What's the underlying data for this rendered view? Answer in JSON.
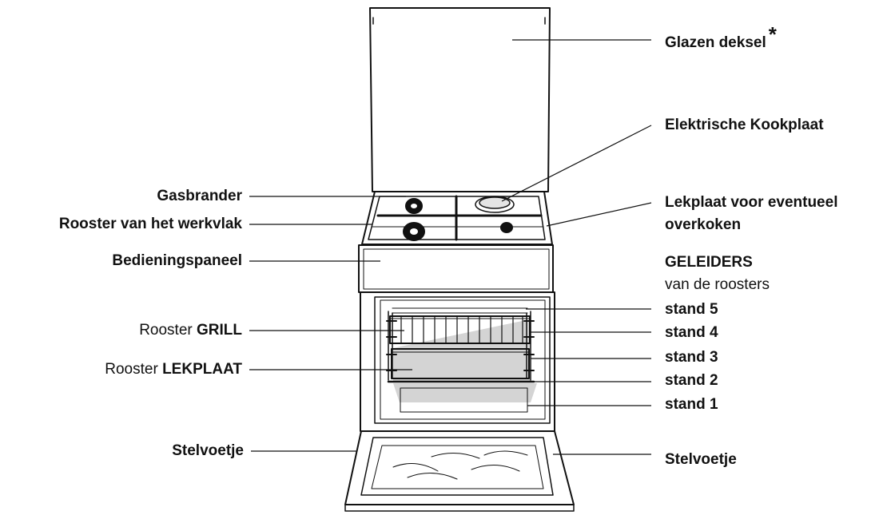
{
  "labels": {
    "glass_lid": "Glazen deksel",
    "glass_lid_mark": "*",
    "electric_hob": "Elektrische Kookplaat",
    "gas_burner": "Gasbrander",
    "hob_grid": "Rooster van het werkvlak",
    "spill_tray_1": "Lekplaat voor eventueel",
    "spill_tray_2": "overkoken",
    "control_panel": "Bedieningspaneel",
    "guides_title": "GELEIDERS",
    "guides_sub": "van de roosters",
    "grill_prefix": "Rooster ",
    "grill_word": "GRILL",
    "drip_prefix": "Rooster ",
    "drip_word": "LEKPLAAT",
    "level_5": "stand 5",
    "level_4": "stand 4",
    "level_3": "stand 3",
    "level_2": "stand 2",
    "level_1": "stand 1",
    "foot_left": "Stelvoetje",
    "foot_right": "Stelvoetje"
  },
  "colors": {
    "line": "#111111",
    "shade": "#d4d4d4",
    "text": "#111111"
  }
}
